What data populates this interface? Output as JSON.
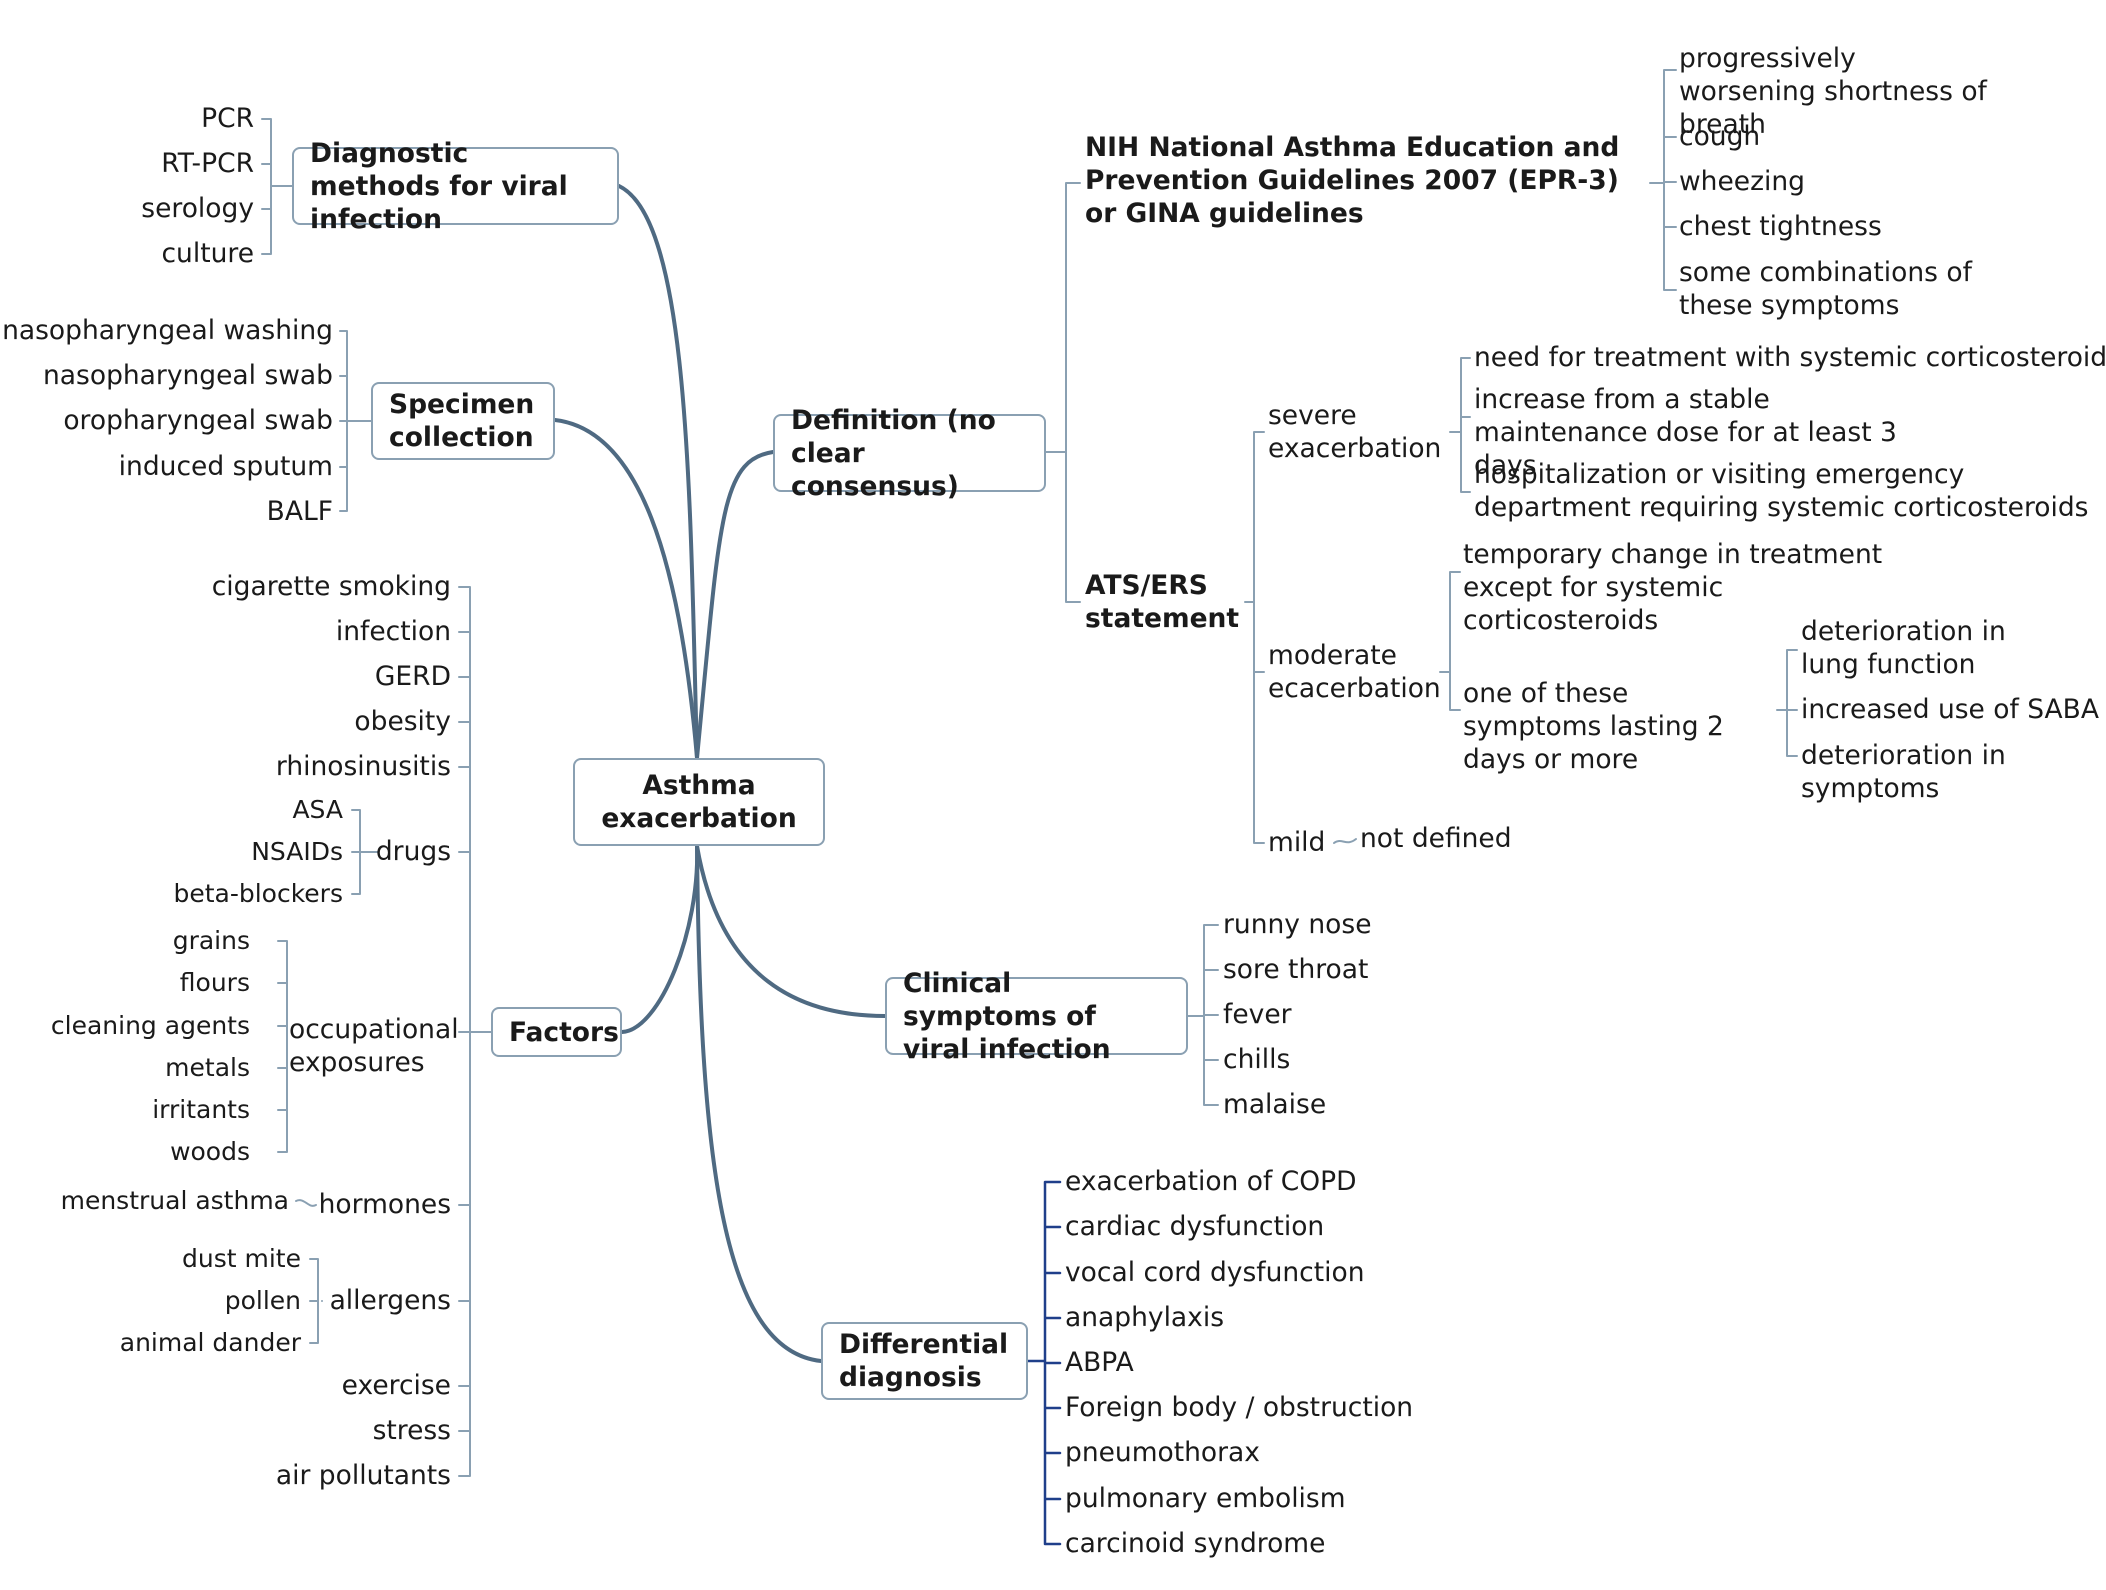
{
  "central": "Asthma exacerbation",
  "diagnostic": {
    "title": "Diagnostic methods for viral infection",
    "items": [
      "PCR",
      "RT-PCR",
      "serology",
      "culture"
    ]
  },
  "specimen": {
    "title": "Specimen collection",
    "items": [
      "nasopharyngeal washing",
      "nasopharyngeal swab",
      "oropharyngeal swab",
      "induced sputum",
      "BALF"
    ]
  },
  "factors": {
    "title": "Factors",
    "simple_top": [
      "cigarette smoking",
      "infection",
      "GERD",
      "obesity",
      "rhinosinusitis"
    ],
    "drugs": {
      "label": "drugs",
      "items": [
        "ASA",
        "NSAIDs",
        "beta-blockers"
      ]
    },
    "occupational": {
      "label": "occupational exposures",
      "items": [
        "grains",
        "flours",
        "cleaning agents",
        "metals",
        "irritants",
        "woods"
      ]
    },
    "hormones": {
      "label": "hormones",
      "items": [
        "menstrual asthma"
      ]
    },
    "allergens": {
      "label": "allergens",
      "items": [
        "dust mite",
        "pollen",
        "animal dander"
      ]
    },
    "simple_bottom": [
      "exercise",
      "stress",
      "air pollutants"
    ]
  },
  "definition": {
    "title": "Definition (no clear consensus)",
    "nih": {
      "label": "NIH National Asthma Education and Prevention Guidelines 2007 (EPR-3) or GINA guidelines",
      "items": [
        "progressively worsening shortness of breath",
        "cough",
        "wheezing",
        "chest tightness",
        "some combinations of these symptoms"
      ]
    },
    "ats": {
      "label": "ATS/ERS statement",
      "severe": {
        "label": "severe exacerbation",
        "items": [
          "need for treatment with systemic corticosteroids",
          "increase from a stable maintenance dose for at least 3 days",
          "hospitalization or visiting emergency department requiring systemic corticosteroids"
        ]
      },
      "moderate": {
        "label": "moderate ecacerbation",
        "temporary": "temporary change in treatment except for systemic corticosteroids",
        "symptoms": {
          "label": "one of these symptoms lasting 2 days or more",
          "items": [
            "deterioration in lung function",
            "increased use of SABA",
            "deterioration in symptoms"
          ]
        }
      },
      "mild": {
        "label": "mild",
        "value": "not defined"
      }
    }
  },
  "clinical": {
    "title": "Clinical symptoms of viral infection",
    "items": [
      "runny nose",
      "sore throat",
      "fever",
      "chills",
      "malaise"
    ]
  },
  "differential": {
    "title": "Differential diagnosis",
    "items": [
      "exacerbation of COPD",
      "cardiac dysfunction",
      "vocal cord dysfunction",
      "anaphylaxis",
      "ABPA",
      "Foreign body / obstruction",
      "pneumothorax",
      "pulmonary embolism",
      "carcinoid syndrome"
    ]
  },
  "colors": {
    "connector": "#4f6a82",
    "box_border": "#8aa0b2",
    "blue_bracket": "#1f3f8a",
    "thin_line": "#8aa0b2"
  }
}
